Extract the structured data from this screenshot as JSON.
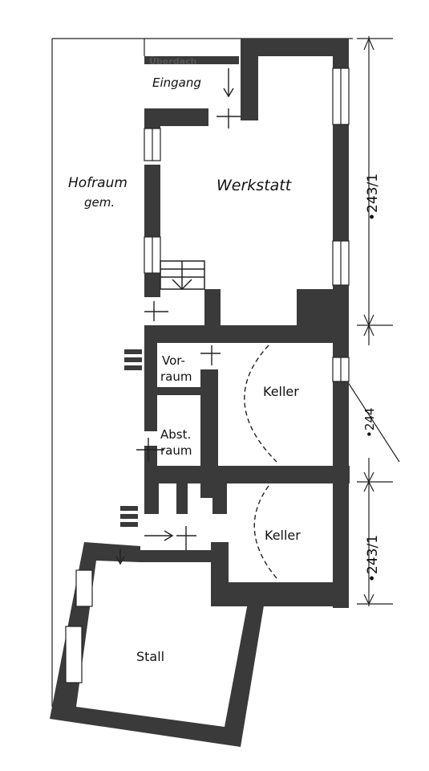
{
  "labels": {
    "ueberdach": "Überdach",
    "eingang": "Eingang",
    "hofraum_line1": "Hofraum",
    "hofraum_line2": "gem.",
    "werkstatt": "Werkstatt",
    "vorraum_line1": "Vor-",
    "vorraum_line2": "raum",
    "abstraum_line1": "Abst.",
    "abstraum_line2": "raum",
    "keller_upper": "Keller",
    "keller_lower": "Keller",
    "stall": "Stall"
  },
  "parcels": {
    "top": "•243/1",
    "middle": "•244",
    "bottom": "•243/1"
  },
  "colors": {
    "wall": "#3a3a3a",
    "line": "#222222",
    "paper": "#ffffff"
  }
}
